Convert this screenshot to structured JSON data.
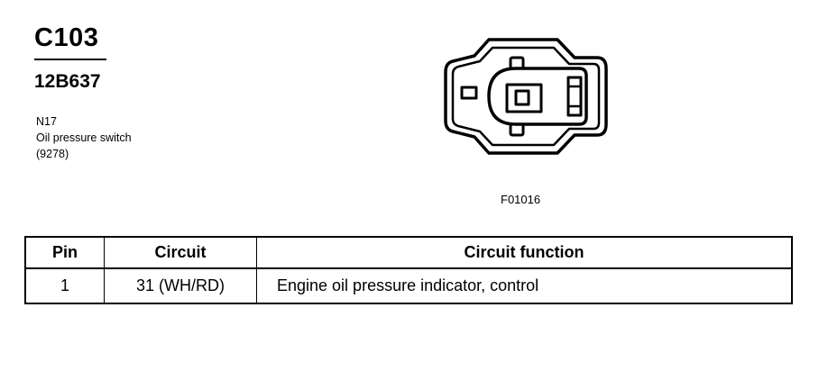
{
  "connector": {
    "id": "C103",
    "part_number": "12B637"
  },
  "component": {
    "code": "N17",
    "name": "Oil pressure switch",
    "ref": "(9278)"
  },
  "figure": {
    "code": "F01016",
    "icon": "connector-face-icon"
  },
  "table": {
    "headers": {
      "pin": "Pin",
      "circuit": "Circuit",
      "function": "Circuit function"
    },
    "rows": [
      {
        "pin": "1",
        "circuit": "31 (WH/RD)",
        "function": "Engine oil pressure indicator, control"
      }
    ]
  }
}
